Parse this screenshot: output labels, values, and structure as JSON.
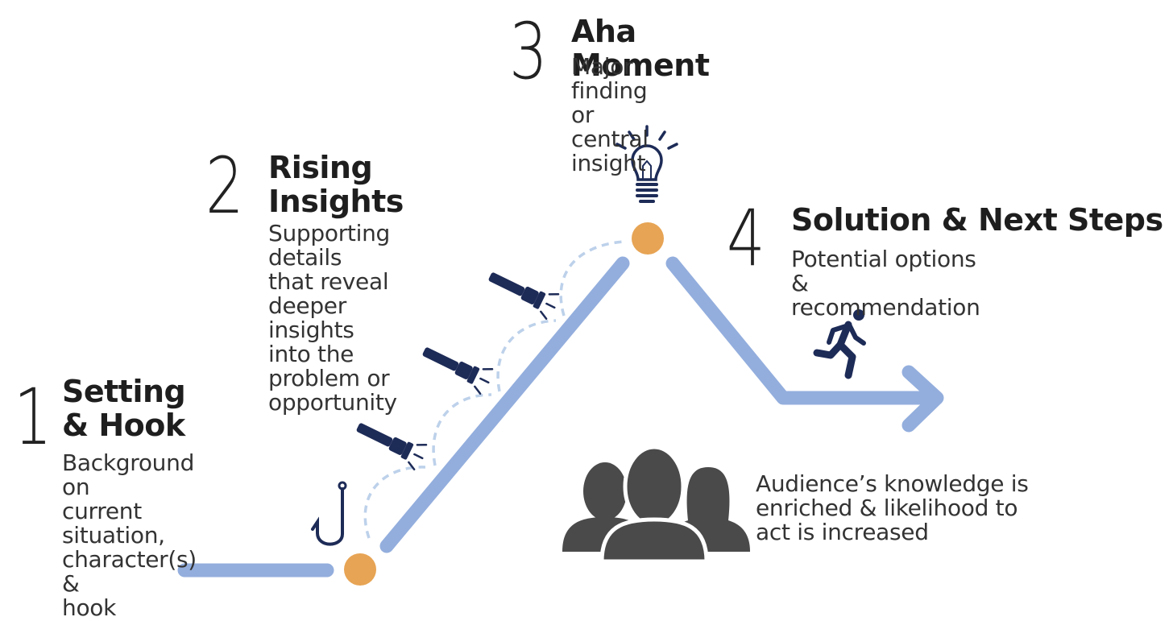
{
  "stages": [
    {
      "number": "1",
      "title": "Setting\n& Hook",
      "description": "Background on\ncurrent situation,\ncharacter(s) &\nhook"
    },
    {
      "number": "2",
      "title": "Rising\nInsights",
      "description": "Supporting details\nthat reveal deeper\ninsights into the\nproblem or\nopportunity"
    },
    {
      "number": "3",
      "title": "Aha Moment",
      "description": "Major finding or\ncentral insight"
    },
    {
      "number": "4",
      "title": "Solution & Next Steps",
      "description": "Potential options\n& recommendation"
    }
  ],
  "audience": {
    "text": "Audience’s knowledge is\nenriched & likelihood to\nact is increased"
  },
  "icons": [
    "fishhook-icon",
    "flashlight-icon",
    "lightbulb-icon",
    "running-person-icon",
    "audience-group-icon",
    "arrow-right-icon"
  ],
  "colors": {
    "path": "#93aedd",
    "dashed": "#bdd1ea",
    "node": "#e7a454",
    "icon_navy": "#1d2b57",
    "audience_gray": "#4a4a4a"
  }
}
